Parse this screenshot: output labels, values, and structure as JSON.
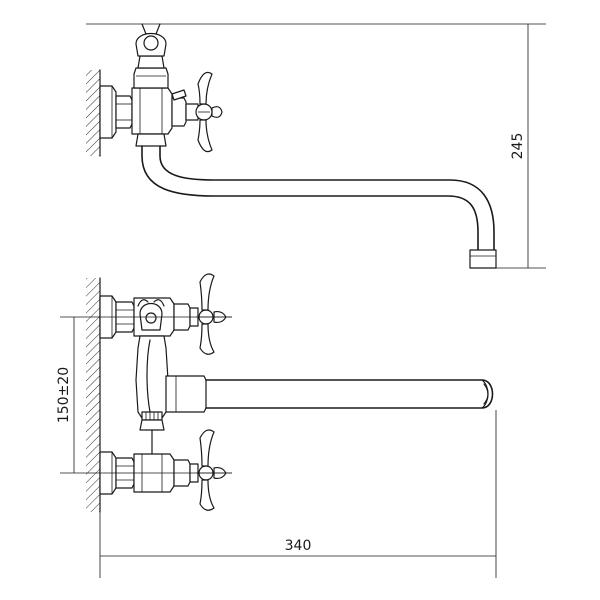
{
  "dimensions": {
    "height_label": "245",
    "vertical_label": "150±20",
    "width_label": "340"
  }
}
